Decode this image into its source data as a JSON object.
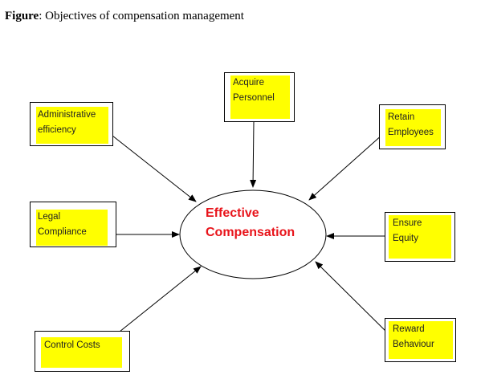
{
  "caption": {
    "prefix": "Figure",
    "text": ": Objectives of compensation management"
  },
  "center": {
    "label": "Effective\nCompensation",
    "color": "#e8141b"
  },
  "colors": {
    "box_fill": "#ffff00",
    "border": "#000000"
  },
  "nodes": [
    {
      "id": "acquire-personnel",
      "label": "Acquire\nPersonnel"
    },
    {
      "id": "administrative-efficiency",
      "label": "Administrative\nefficiency"
    },
    {
      "id": "retain-employees",
      "label": "Retain\nEmployees"
    },
    {
      "id": "legal-compliance",
      "label": "Legal\nCompliance"
    },
    {
      "id": "ensure-equity",
      "label": "Ensure\nEquity"
    },
    {
      "id": "control-costs",
      "label": "Control Costs"
    },
    {
      "id": "reward-behaviour",
      "label": "Reward\nBehaviour"
    }
  ]
}
